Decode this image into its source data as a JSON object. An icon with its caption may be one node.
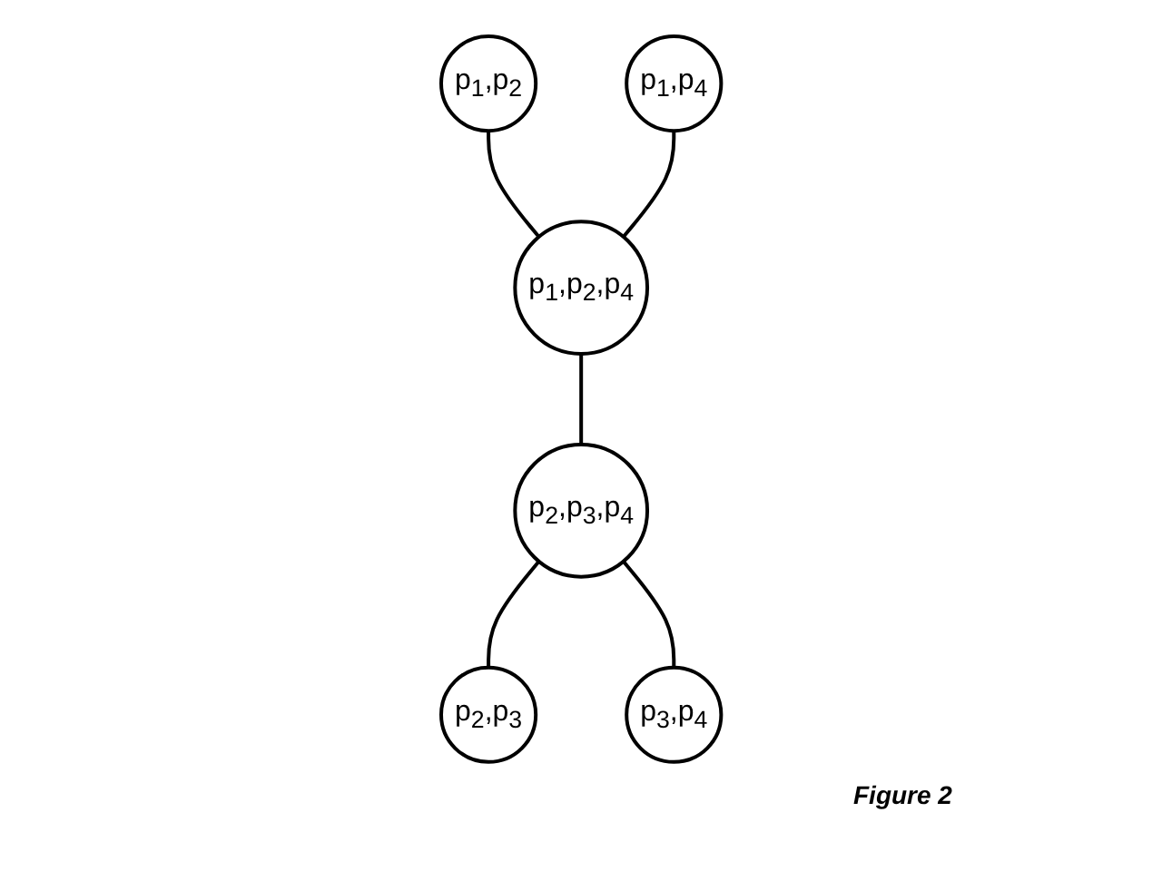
{
  "diagram": {
    "caption": "Figure 2",
    "nodes": [
      {
        "text": [
          "p$_{1}$,p$_{2}$"
        ]
      },
      {
        "text": [
          "p$_{1}$,p$_{4}$"
        ]
      },
      {
        "text": [
          "p$_{1}$,p$_{2}$,p$_{4}$"
        ]
      },
      {
        "text": [
          "p$_{2}$,p$_{3}$,p$_{4}$"
        ]
      },
      {
        "text": [
          "p$_{2}$,p$_{3}$"
        ]
      },
      {
        "text": [
          "p$_{3}$,p$_{4}$"
        ]
      }
    ],
    "edges": [
      {
        "from": 0,
        "to": 2,
        "arrow": "none"
      },
      {
        "from": 1,
        "to": 2,
        "arrow": "none"
      },
      {
        "from": 2,
        "to": 3,
        "arrow": "none"
      },
      {
        "from": 3,
        "to": 4,
        "arrow": "none"
      },
      {
        "from": 3,
        "to": 5,
        "arrow": "none"
      }
    ]
  }
}
